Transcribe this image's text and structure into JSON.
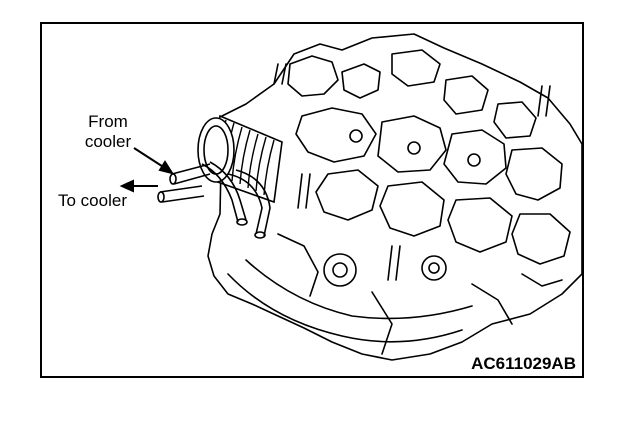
{
  "figure": {
    "labels": {
      "from_cooler_line1": "From",
      "from_cooler_line2": "cooler",
      "to_cooler": "To cooler"
    },
    "figure_code": "AC611029AB"
  }
}
